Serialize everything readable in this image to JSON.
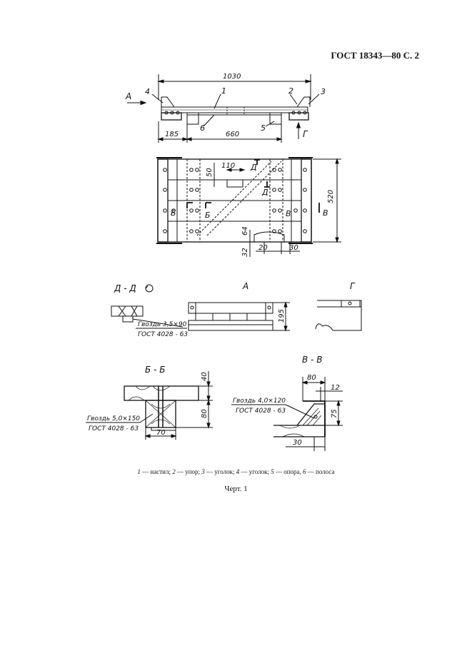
{
  "header": {
    "title": "ГОСТ 18343—80 С. 2"
  },
  "top_view": {
    "dim_total": "1030",
    "dim_left": "185",
    "dim_mid": "660",
    "arrow_a": "А",
    "arrow_g": "Г",
    "pos1": "1",
    "pos2": "2",
    "pos3": "3",
    "pos4": "4",
    "pos5": "5",
    "pos6": "6"
  },
  "plan_view": {
    "dim_110": "110",
    "dim_50": "50",
    "dim_520": "520",
    "dim_64": "64",
    "dim_32": "32",
    "dim_20": "20",
    "dim_30": "30",
    "cut_d1": "Д",
    "cut_d2": "Д",
    "cut_b1": "Б",
    "cut_b2": "Б",
    "cut_v1": "В",
    "cut_v2": "В"
  },
  "section_dd": {
    "title": "Д - Д",
    "nail_1": "Гвоздь 3,5×90",
    "nail_2": "ГОСТ 4028 - 63"
  },
  "view_a": {
    "title": "А",
    "dim_195": "195"
  },
  "view_g": {
    "title": "Г"
  },
  "section_bb": {
    "title": "Б - Б",
    "dim_40": "40",
    "dim_80": "80",
    "dim_70": "70",
    "nail_1": "Гвоздь 5,0×150",
    "nail_2": "ГОСТ 4028 - 63"
  },
  "section_vv": {
    "title": "В - В",
    "dim_80": "80",
    "dim_12": "12",
    "dim_75": "75",
    "dim_30": "30",
    "nail_1": "Гвоздь 4,0×120",
    "nail_2": "ГОСТ 4028 - 63"
  },
  "legend": {
    "n1": "1",
    "t1": " — настил; ",
    "n2": "2",
    "t2": " — упор; ",
    "n3": "3",
    "t3": " — уголок; ",
    "n4": "4",
    "t4": " — уголок; ",
    "n5": "5",
    "t5": " — опора, ",
    "n6": "6",
    "t6": " — полоса"
  },
  "caption": "Черт. 1"
}
